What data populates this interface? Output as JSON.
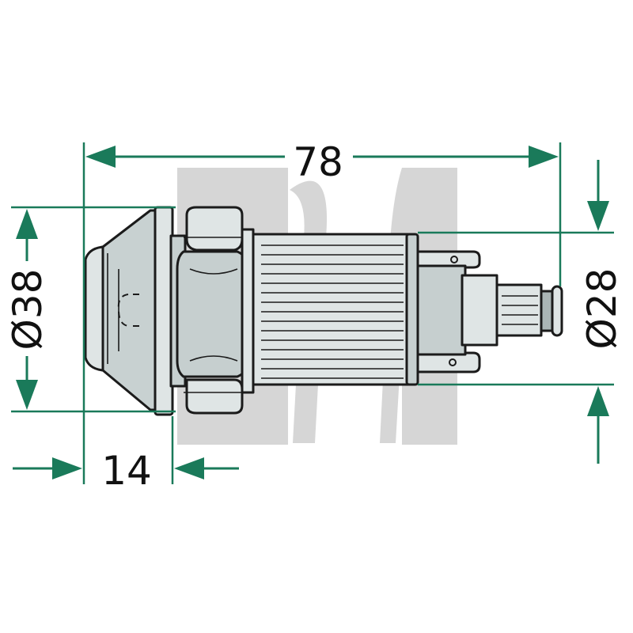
{
  "diagram": {
    "colors": {
      "dimension": "#1a7a5a",
      "part_light": "#dfe5e5",
      "part_mid": "#c6cfcf",
      "part_dark": "#aab5b5",
      "watermark": "#d8d8d8"
    },
    "dimensions": {
      "overall_length": "78",
      "flange_diameter": "Ø38",
      "body_diameter": "Ø28",
      "flange_depth": "14"
    }
  }
}
